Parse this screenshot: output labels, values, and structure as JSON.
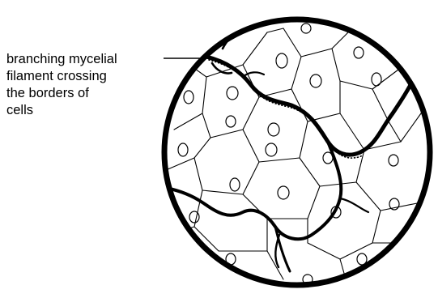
{
  "annotation": {
    "lines": [
      "branching mycelial",
      "filament crossing",
      "the borders of",
      "cells"
    ]
  },
  "colors": {
    "ink": "#000000",
    "background": "#ffffff"
  }
}
